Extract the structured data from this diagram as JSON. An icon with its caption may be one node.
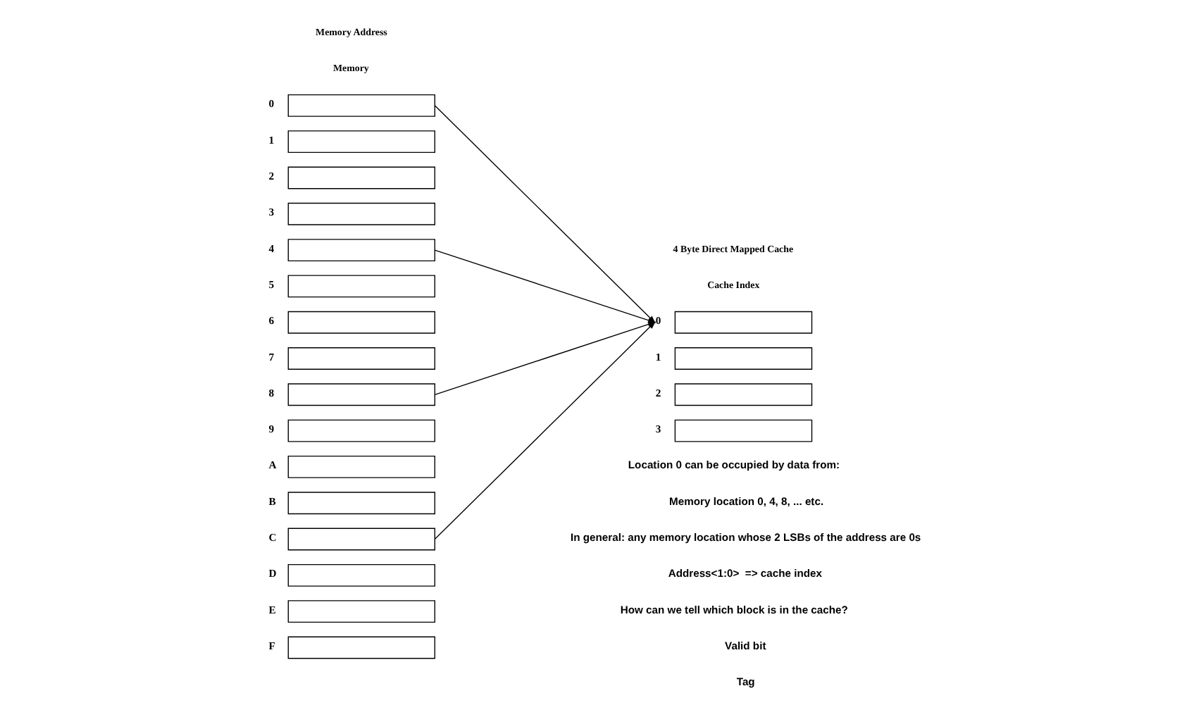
{
  "diagram": {
    "nodes": [
      {
        "text": [],
        "shape": "box",
        "beside": [
          "0"
        ]
      },
      {
        "text": [],
        "shape": "box",
        "beside": [
          "1"
        ]
      },
      {
        "text": [],
        "shape": "box",
        "beside": [
          "2"
        ]
      },
      {
        "text": [],
        "shape": "box",
        "beside": [
          "3"
        ]
      },
      {
        "text": [],
        "shape": "box",
        "beside": [
          "4"
        ]
      },
      {
        "text": [],
        "shape": "box",
        "beside": [
          "5"
        ]
      },
      {
        "text": [],
        "shape": "box",
        "beside": [
          "6"
        ]
      },
      {
        "text": [],
        "shape": "box",
        "beside": [
          "7"
        ]
      },
      {
        "text": [],
        "shape": "box",
        "beside": [
          "8"
        ]
      },
      {
        "text": [],
        "shape": "box",
        "beside": [
          "9"
        ]
      },
      {
        "text": [],
        "shape": "box",
        "beside": [
          "A"
        ]
      },
      {
        "text": [],
        "shape": "box",
        "beside": [
          "B"
        ]
      },
      {
        "text": [],
        "shape": "box",
        "beside": [
          "C"
        ]
      },
      {
        "text": [],
        "shape": "box",
        "beside": [
          "D"
        ]
      },
      {
        "text": [],
        "shape": "box",
        "beside": [
          "E"
        ]
      },
      {
        "text": [],
        "shape": "box",
        "beside": [
          "F"
        ]
      },
      {
        "text": [],
        "shape": "box",
        "beside": [
          "0"
        ]
      },
      {
        "text": [],
        "shape": "box",
        "beside": [
          "1"
        ]
      },
      {
        "text": [],
        "shape": "box",
        "beside": [
          "2"
        ]
      },
      {
        "text": [],
        "shape": "box",
        "beside": [
          "3"
        ]
      }
    ],
    "edges": [
      {
        "from": 0,
        "to": 16,
        "arrow": "to"
      },
      {
        "from": 4,
        "to": 16,
        "arrow": "to"
      },
      {
        "from": 8,
        "to": 16,
        "arrow": "to"
      },
      {
        "from": 12,
        "to": 16,
        "arrow": "to"
      }
    ],
    "labels": [
      "Memory Address",
      "Memory",
      "4 Byte Direct Mapped Cache",
      "Cache Index",
      "Location 0 can be occupied by data from:",
      "Memory location 0, 4, 8, ... etc.",
      "In general: any memory location whose 2 LSBs of the address are 0s",
      "Address<1:0>  => cache index",
      "How can we tell which block is in the cache?",
      "Valid bit",
      "Tag"
    ]
  }
}
